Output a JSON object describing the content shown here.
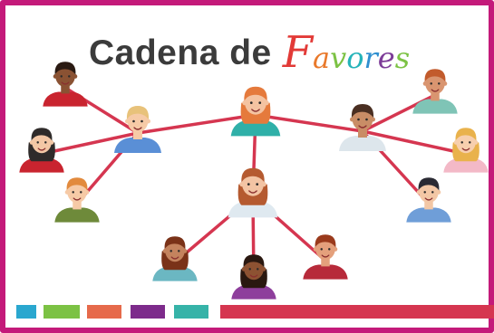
{
  "title": {
    "part1": "Cadena de",
    "part2_letters": [
      {
        "ch": "F",
        "color": "#e23a37",
        "size": "big"
      },
      {
        "ch": "a",
        "color": "#e9792b",
        "size": "sm"
      },
      {
        "ch": "v",
        "color": "#7cc244",
        "size": "sm"
      },
      {
        "ch": "o",
        "color": "#25b3b9",
        "size": "sm"
      },
      {
        "ch": "r",
        "color": "#2f8fd0",
        "size": "sm"
      },
      {
        "ch": "e",
        "color": "#7d3c98",
        "size": "sm"
      },
      {
        "ch": "s",
        "color": "#7cc244",
        "size": "sm"
      }
    ]
  },
  "colors": {
    "frame": "#c41a7a",
    "link": "#d53650",
    "footer": [
      "#2aa7cf",
      "#7cc244",
      "#e66a4b",
      "#7d2b8b",
      "#36b3a8",
      "#d53650"
    ]
  },
  "people": [
    {
      "id": "hub",
      "gender": "f",
      "skin": "#f4c3a1",
      "hair": "#e57a3c",
      "shirt": "#2fb0a8"
    },
    {
      "id": "left-hub",
      "gender": "m",
      "skin": "#f6caa6",
      "hair": "#e8c27a",
      "shirt": "#5a8fd6"
    },
    {
      "id": "right-hub",
      "gender": "m",
      "skin": "#c98d66",
      "hair": "#4a2f22",
      "shirt": "#dde6ec"
    },
    {
      "id": "center",
      "gender": "f",
      "skin": "#f3c4a4",
      "hair": "#b55a30",
      "shirt": "#dfe9f0"
    },
    {
      "id": "top-left",
      "gender": "m",
      "skin": "#8a5233",
      "hair": "#2a1a12",
      "shirt": "#c9242f"
    },
    {
      "id": "mid-left",
      "gender": "f",
      "skin": "#f3c7a5",
      "hair": "#2f2b2a",
      "shirt": "#c9242f"
    },
    {
      "id": "low-left",
      "gender": "m",
      "skin": "#f6caa6",
      "hair": "#e28a3d",
      "shirt": "#6e8a3a"
    },
    {
      "id": "top-right",
      "gender": "m",
      "skin": "#d99570",
      "hair": "#c25b2c",
      "shirt": "#7fc4b6"
    },
    {
      "id": "mid-right",
      "gender": "f",
      "skin": "#f7cfae",
      "hair": "#e9b24c",
      "shirt": "#f3b9c7"
    },
    {
      "id": "low-right",
      "gender": "m",
      "skin": "#f3c7a5",
      "hair": "#2a2a33",
      "shirt": "#6f9ed8"
    },
    {
      "id": "bottom-left",
      "gender": "f",
      "skin": "#c4835e",
      "hair": "#7a3218",
      "shirt": "#6bb7c2"
    },
    {
      "id": "bottom-center",
      "gender": "f",
      "skin": "#8d5232",
      "hair": "#2a1810",
      "shirt": "#8e3e9c"
    },
    {
      "id": "bottom-right",
      "gender": "m",
      "skin": "#e4a07c",
      "hair": "#9a3a1c",
      "shirt": "#b72a3a"
    }
  ],
  "links": [
    [
      "hub",
      "left-hub"
    ],
    [
      "hub",
      "right-hub"
    ],
    [
      "hub",
      "center"
    ],
    [
      "left-hub",
      "top-left"
    ],
    [
      "left-hub",
      "mid-left"
    ],
    [
      "left-hub",
      "low-left"
    ],
    [
      "right-hub",
      "top-right"
    ],
    [
      "right-hub",
      "mid-right"
    ],
    [
      "right-hub",
      "low-right"
    ],
    [
      "center",
      "bottom-left"
    ],
    [
      "center",
      "bottom-center"
    ],
    [
      "center",
      "bottom-right"
    ]
  ]
}
